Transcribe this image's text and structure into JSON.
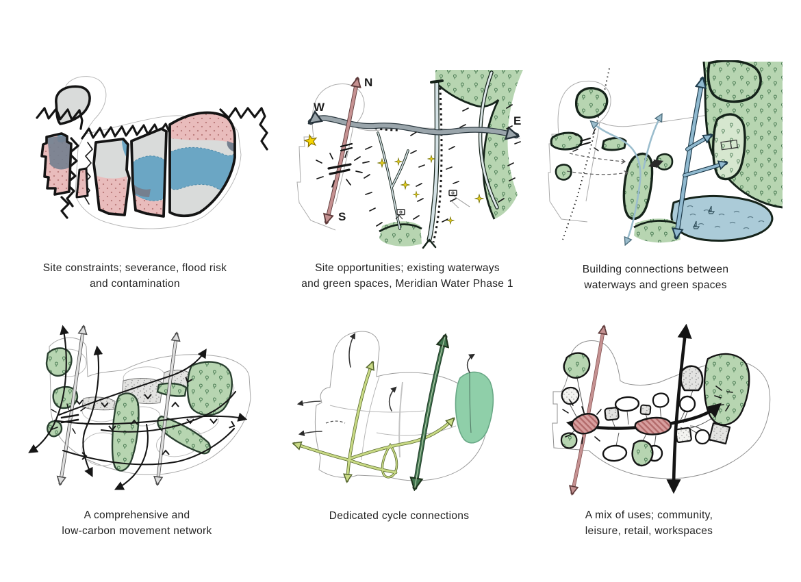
{
  "page": {
    "background": "#ffffff"
  },
  "figures": [
    {
      "id": "site-constraints",
      "caption": "Site constraints; severance, flood risk\nand contamination"
    },
    {
      "id": "site-opportunities",
      "caption": "Site opportunities; existing waterways\nand green spaces, Meridian Water Phase 1"
    },
    {
      "id": "building-connections",
      "caption": "Building connections between\nwaterways and green spaces"
    },
    {
      "id": "movement-network",
      "caption": "A comprehensive and\nlow-carbon movement network"
    },
    {
      "id": "cycle-connections",
      "caption": "Dedicated cycle connections"
    },
    {
      "id": "mix-of-uses",
      "caption": "A mix of uses; community,\nleisure, retail, workspaces"
    }
  ],
  "compass": {
    "north": "N",
    "south": "S",
    "east": "E",
    "west": "W"
  },
  "colors": {
    "flood_blue": "#6ba6c4",
    "contamination_pink": "#e9bcbc",
    "constraint_gray": "#d9dbda",
    "slate": "#75808f",
    "green_space": "#b7d5b1",
    "green_light": "#d6e7cf",
    "water_blue": "#d5e2e6",
    "road_gray": "#9aa5ab",
    "rail_pink": "#c59191",
    "arrow_blue": "#90b9cf",
    "lake_blue": "#abcbd8",
    "star_yellow": "#f5d400",
    "cycle_green": "#c9da85",
    "cycle_dark": "#41764f",
    "park_green": "#8fcfa9",
    "hub_pink": "#d89f9f",
    "ink": "#1a1a1a"
  }
}
